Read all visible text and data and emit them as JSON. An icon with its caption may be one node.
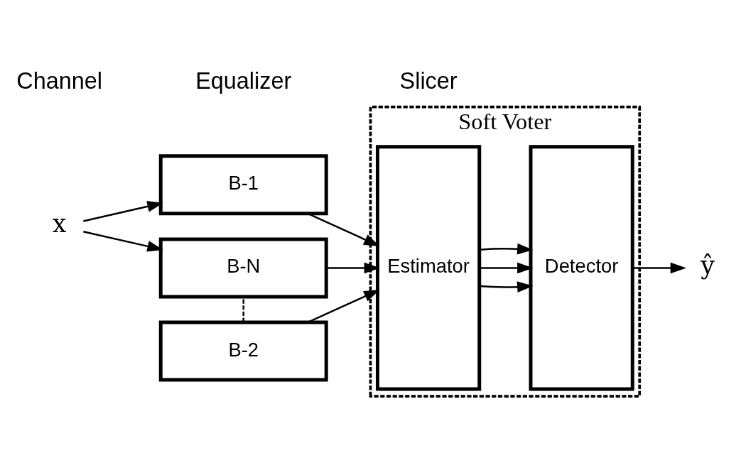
{
  "diagram": {
    "nodes": [
      {
        "text": [
          "x"
        ]
      },
      {
        "text": [
          "Soft Voter"
        ]
      },
      {
        "text": [
          "B-1"
        ]
      },
      {
        "text": [
          "B-2"
        ]
      },
      {
        "text": [
          "B-N"
        ]
      },
      {
        "text": [
          "Estimator"
        ],
        "in": 1
      },
      {
        "text": [
          "Detector"
        ],
        "in": 1
      },
      {
        "text": [
          "ŷ"
        ]
      }
    ],
    "edges": [
      {
        "from": 0,
        "to": 2,
        "arrow": "to"
      },
      {
        "from": 0,
        "to": 4,
        "arrow": "to"
      },
      {
        "from": 3,
        "to": 4,
        "arrow": "none",
        "style": "dashed"
      },
      {
        "from": 2,
        "to": 5,
        "arrow": "to"
      },
      {
        "from": 3,
        "to": 5,
        "arrow": "to"
      },
      {
        "from": 4,
        "to": 5,
        "arrow": "to"
      },
      {
        "from": 5,
        "to": 6,
        "arrow": "to"
      },
      {
        "from": 5,
        "to": 6,
        "arrow": "to"
      },
      {
        "from": 5,
        "to": 6,
        "arrow": "to"
      },
      {
        "from": 6,
        "to": 7,
        "arrow": "to"
      }
    ],
    "labels": [
      "Channel",
      "Equalizer",
      "Slicer"
    ]
  }
}
